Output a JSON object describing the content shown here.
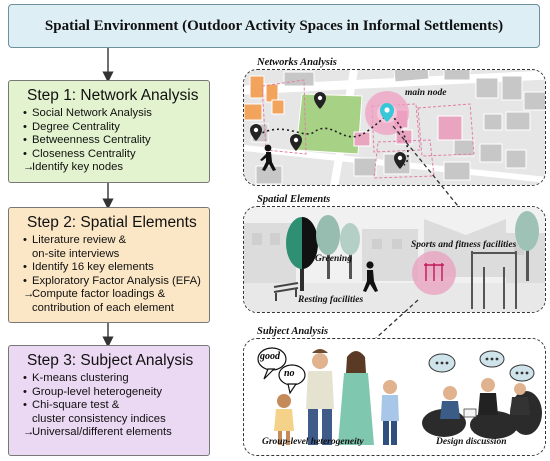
{
  "header": {
    "title": "Spatial Environment (Outdoor Activity Spaces in Informal Settlements)"
  },
  "steps": [
    {
      "title": "Step 1: Network Analysis",
      "items": [
        {
          "marker": "•",
          "text": "Social Network Analysis"
        },
        {
          "marker": "•",
          "text": "Degree Centrality"
        },
        {
          "marker": "•",
          "text": "Betweenness Centrality"
        },
        {
          "marker": "•",
          "text": "Closeness Centrality"
        },
        {
          "marker": "→",
          "text": "Identify key nodes"
        }
      ]
    },
    {
      "title": "Step 2: Spatial Elements",
      "items": [
        {
          "marker": "•",
          "text": "Literature review &"
        },
        {
          "marker": "",
          "text": "on-site interviews"
        },
        {
          "marker": "•",
          "text": "Identify 16 key elements"
        },
        {
          "marker": "•",
          "text": "Exploratory Factor Analysis (EFA)"
        },
        {
          "marker": "→",
          "text": "Compute factor loadings &"
        },
        {
          "marker": "",
          "text": "contribution of each element"
        }
      ]
    },
    {
      "title": "Step 3: Subject Analysis",
      "items": [
        {
          "marker": "•",
          "text": "K-means clustering"
        },
        {
          "marker": "•",
          "text": "Group-level heterogeneity"
        },
        {
          "marker": "•",
          "text": "Chi-square test &"
        },
        {
          "marker": "",
          "text": "cluster consistency indices"
        },
        {
          "marker": "→",
          "text": "Universal/different elements"
        }
      ]
    }
  ],
  "panels": {
    "network": {
      "title": "Networks Analysis",
      "node_label": "main node"
    },
    "spatial": {
      "title": "Spatial Elements",
      "greening": "Greening",
      "resting": "Resting facilities",
      "sports": "Sports and fitness facilities"
    },
    "subject": {
      "title": "Subject Analysis",
      "bubble_good": "good",
      "bubble_no": "no",
      "group_label": "Group-level heterogeneity",
      "design_label": "Design discussion"
    }
  },
  "colors": {
    "header_bg": "#ddeef4",
    "step1_bg": "#e3f3cf",
    "step2_bg": "#fbe7c6",
    "step3_bg": "#ebd8f3",
    "highlight": "#e9a4c0",
    "node_cyan": "#38c6d9",
    "green_area": "#a7d184",
    "orange_building": "#f2a45c"
  }
}
